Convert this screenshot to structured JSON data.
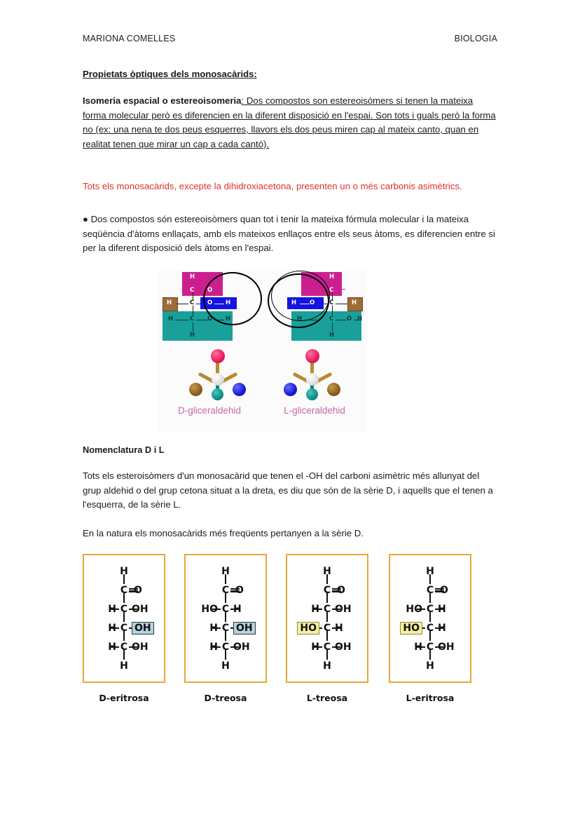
{
  "header": {
    "author": "MARIONA COMELLES",
    "subject": "BIOLOGIA"
  },
  "content": {
    "heading": "Propietats òptiques dels monosacàrids:",
    "isomeria_lead": "Isomeria espacial o estereoisomeria",
    "isomeria_body": ": Dos compostos son estereoisòmers si tenen la mateixa forma molecular però es diferencien en la diferent disposició en l'espai. Son tots i guals però la forma no (ex: una nena te dos peus esquerres, llavors els dos peus miren cap al mateix canto, quan en realitat tenen que mirar un cap a cada cantó).",
    "red_note": "Tots els monosacàrids, excepte la dihidroxiacetona, presenten un o més carbonis asimètrics.",
    "bullet_para": "● Dos compostos són estereoisòmers quan tot i tenir la mateixa fórmula molecular i la mateixa seqüència d'àtoms enllaçats, amb els mateixos enllaços entre els seus àtoms, es diferencien entre si per la diferent disposició dels àtoms en l'espai.",
    "nomenclatura_heading": "Nomenclatura D i L",
    "nomenclatura_para": "Tots els esteroisòmers d'un monosacàrid que tenen el -OH del carboni asimètric més allunyat del grup aldehid o del grup cetona situat a la dreta, es diu que són de la sèrie D, i aquells que el tenen a l'esquerra, de la sèrie L.",
    "natura_para": "En la natura els monosacàrids més freqüents pertanyen a la sèrie D."
  },
  "figure_gliceraldehid": {
    "caption_left": "D-gliceraldehid",
    "caption_right": "L-gliceraldehid",
    "caption_color": "#c46aaa",
    "colors": {
      "aldehyde_block": "#cc1f8f",
      "hydroxyl_block": "#1414e0",
      "alcohol_block": "#19a09a",
      "hydrogen_block": "#a06c34"
    },
    "left_molecule": {
      "row1": "H",
      "row2": [
        "C",
        "=",
        "O"
      ],
      "row3": [
        "H",
        "—",
        "C",
        "—",
        "O",
        "—",
        "H"
      ],
      "row4": [
        "H",
        "—",
        "C",
        "—",
        "O",
        "—",
        "H"
      ],
      "row5": "H"
    },
    "right_molecule": {
      "row1": "H",
      "row2": [
        "C",
        "=",
        "O"
      ],
      "row3": [
        "H",
        "—",
        "O",
        "—",
        "C",
        "—",
        "H"
      ],
      "row4": [
        "H",
        "—",
        "C",
        "—",
        "O",
        "—",
        "H"
      ],
      "row5": "H"
    },
    "ball_colors": {
      "oxygen": "#e51b5e",
      "carbon": "#e8e8e8",
      "brown_group": "#8a5a1e",
      "blue_group": "#1616d8",
      "teal_group": "#0d8d88"
    }
  },
  "figure_tetroses": {
    "border_color": "#e8a838",
    "highlight_blue": "#b4d2dd",
    "highlight_yellow": "#f4efa2",
    "boxes": [
      {
        "caption": "D-eritrosa",
        "rows": [
          {
            "center": "H"
          },
          {
            "center": "C",
            "right": "O",
            "double": true
          },
          {
            "left": "H",
            "center": "C",
            "right": "OH"
          },
          {
            "left": "H",
            "center": "C",
            "right": "OH",
            "highlight": "blue",
            "highlight_side": "right"
          },
          {
            "left": "H",
            "center": "C",
            "right": "OH"
          },
          {
            "center": "H"
          }
        ]
      },
      {
        "caption": "D-treosa",
        "rows": [
          {
            "center": "H"
          },
          {
            "center": "C",
            "right": "O",
            "double": true
          },
          {
            "left": "HO",
            "center": "C",
            "right": "H"
          },
          {
            "left": "H",
            "center": "C",
            "right": "OH",
            "highlight": "blue",
            "highlight_side": "right"
          },
          {
            "left": "H",
            "center": "C",
            "right": "OH"
          },
          {
            "center": "H"
          }
        ]
      },
      {
        "caption": "L-treosa",
        "rows": [
          {
            "center": "H"
          },
          {
            "center": "C",
            "right": "O",
            "double": true
          },
          {
            "left": "H",
            "center": "C",
            "right": "OH"
          },
          {
            "left": "HO",
            "center": "C",
            "right": "H",
            "highlight": "yellow",
            "highlight_side": "left"
          },
          {
            "left": "H",
            "center": "C",
            "right": "OH"
          },
          {
            "center": "H"
          }
        ]
      },
      {
        "caption": "L-eritrosa",
        "rows": [
          {
            "center": "H"
          },
          {
            "center": "C",
            "right": "O",
            "double": true
          },
          {
            "left": "HO",
            "center": "C",
            "right": "H"
          },
          {
            "left": "HO",
            "center": "C",
            "right": "H",
            "highlight": "yellow",
            "highlight_side": "left"
          },
          {
            "left": "H",
            "center": "C",
            "right": "OH"
          },
          {
            "center": "H"
          }
        ]
      }
    ]
  }
}
